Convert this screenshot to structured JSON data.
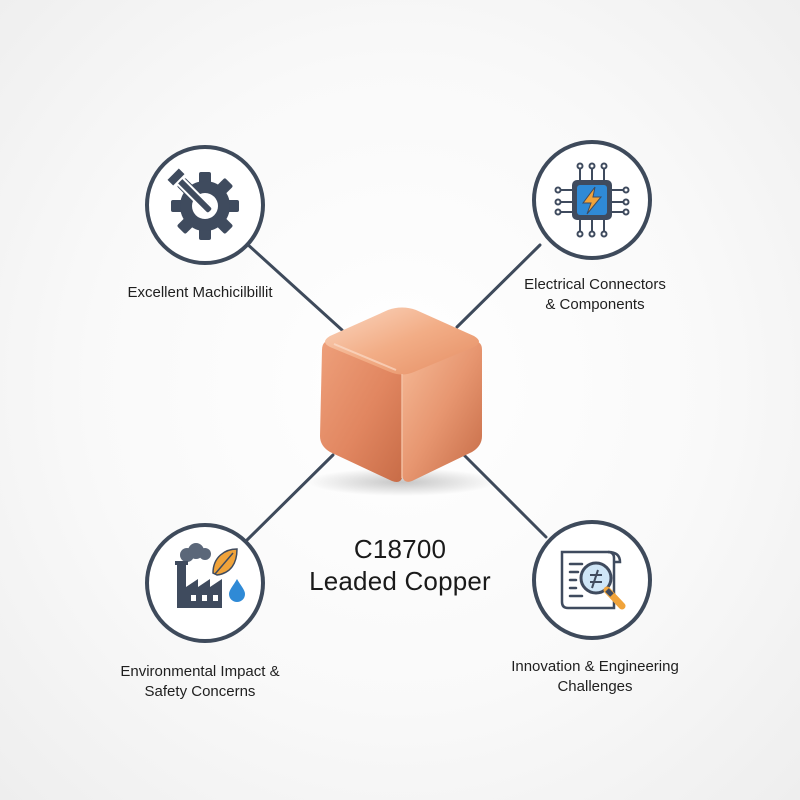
{
  "diagram": {
    "title_line1": "C18700",
    "title_line2": "Leaded Copper",
    "nodes": [
      {
        "id": "machinability",
        "icon": "gear-wrench-icon",
        "label_lines": [
          "Excellent Machicilbillit"
        ]
      },
      {
        "id": "electrical",
        "icon": "circuit-chip-icon",
        "label_lines": [
          "Electrical Connectors",
          "& Components"
        ]
      },
      {
        "id": "environment",
        "icon": "factory-leaf-icon",
        "label_lines": [
          "Environmental Impact &",
          "Safety Concerns"
        ]
      },
      {
        "id": "innovation",
        "icon": "document-magnifier-icon",
        "label_lines": [
          "Innovation & Engineering",
          "Challenges"
        ]
      }
    ],
    "colors": {
      "line": "#3e4a5b",
      "icon_dark": "#3f4b5e",
      "accent_orange": "#f0a33a",
      "accent_blue": "#2f8ad6",
      "copper_light": "#f7c4a4",
      "copper_mid": "#e1875f",
      "copper_dark": "#b9623f"
    }
  }
}
